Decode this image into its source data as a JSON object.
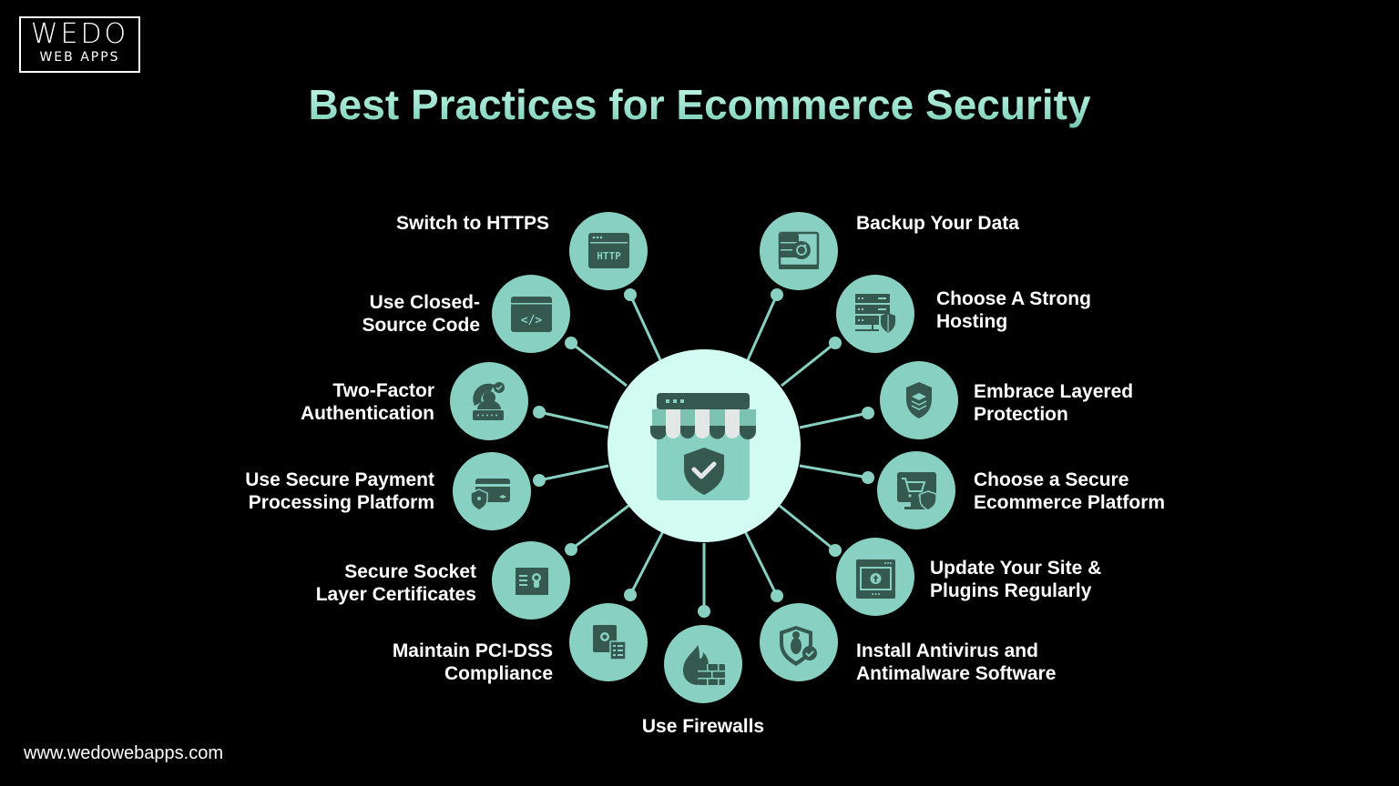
{
  "logo": {
    "line1": "WEDO",
    "line2": "WEB APPS"
  },
  "title": "Best Practices for Ecommerce Security",
  "colors": {
    "background": "#000000",
    "node": "#88d1c2",
    "center": "#d2fbf2",
    "icon": "#35584f",
    "line": "#88d1c2"
  },
  "center": {
    "icon": "secure-store-icon"
  },
  "practices": [
    {
      "label_lines": [
        "Switch to HTTPS"
      ],
      "icon": "http-window-icon"
    },
    {
      "label_lines": [
        "Use Closed-",
        "Source Code"
      ],
      "icon": "code-window-icon"
    },
    {
      "label_lines": [
        "Two-Factor",
        "Authentication"
      ],
      "icon": "user-password-icon"
    },
    {
      "label_lines": [
        "Use Secure Payment",
        "Processing Platform"
      ],
      "icon": "card-shield-icon"
    },
    {
      "label_lines": [
        "Secure Socket",
        "Layer Certificates"
      ],
      "icon": "certificate-icon"
    },
    {
      "label_lines": [
        "Maintain PCI-DSS",
        "Compliance"
      ],
      "icon": "chip-checklist-icon"
    },
    {
      "label_lines": [
        "Use Firewalls"
      ],
      "icon": "firewall-icon"
    },
    {
      "label_lines": [
        "Install Antivirus and",
        "Antimalware Software"
      ],
      "icon": "bug-shield-icon"
    },
    {
      "label_lines": [
        "Update Your Site &",
        "Plugins Regularly"
      ],
      "icon": "update-window-icon"
    },
    {
      "label_lines": [
        "Choose a Secure",
        "Ecommerce Platform"
      ],
      "icon": "cart-monitor-icon"
    },
    {
      "label_lines": [
        "Embrace Layered",
        "Protection"
      ],
      "icon": "layered-shield-icon"
    },
    {
      "label_lines": [
        "Choose A Strong",
        "Hosting"
      ],
      "icon": "server-shield-icon"
    },
    {
      "label_lines": [
        "Backup Your Data"
      ],
      "icon": "database-backup-icon"
    }
  ],
  "footer": {
    "url": "www.wedowebapps.com"
  }
}
